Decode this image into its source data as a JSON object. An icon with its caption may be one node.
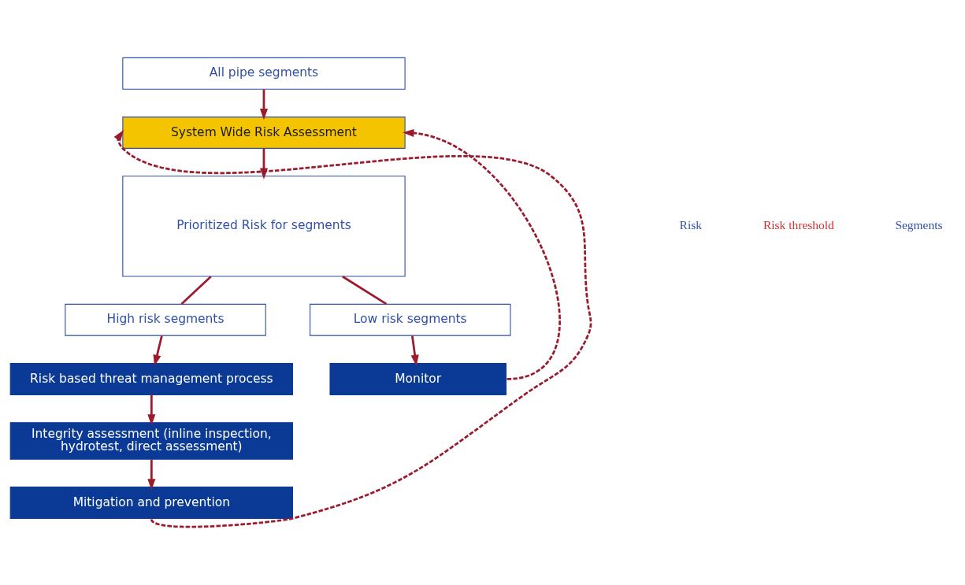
{
  "diagram": {
    "nodes": [
      {
        "text": [
          "All pipe segments"
        ]
      },
      {
        "text": [
          "System Wide Risk Assessment"
        ]
      },
      {
        "text": [
          "Prioritized Risk for segments"
        ]
      },
      {
        "text": [
          "High risk segments"
        ]
      },
      {
        "text": [
          "Low risk segments"
        ]
      },
      {
        "text": [
          "Risk based threat management process"
        ]
      },
      {
        "text": [
          "Monitor"
        ]
      },
      {
        "text": [
          "Integrity assessment (inline inspection, hydrotest, direct assessment)"
        ]
      },
      {
        "text": [
          "Mitigation and prevention"
        ]
      }
    ],
    "edges": [
      {
        "from": 0,
        "to": 1,
        "arrow": "to"
      },
      {
        "from": 1,
        "to": 2,
        "arrow": "to"
      },
      {
        "from": 2,
        "to": 3,
        "arrow": "none"
      },
      {
        "from": 2,
        "to": 4,
        "arrow": "none"
      },
      {
        "from": 3,
        "to": 5,
        "arrow": "to"
      },
      {
        "from": 4,
        "to": 6,
        "arrow": "to"
      },
      {
        "from": 5,
        "to": 7,
        "arrow": "to"
      },
      {
        "from": 7,
        "to": 8,
        "arrow": "to"
      },
      {
        "from": 8,
        "to": 1,
        "arrow": "to",
        "style": "dashed"
      },
      {
        "from": 6,
        "to": 1,
        "arrow": "to",
        "style": "dashed"
      }
    ],
    "labels": [
      "Risk",
      "Risk threshold",
      "Segments"
    ]
  }
}
